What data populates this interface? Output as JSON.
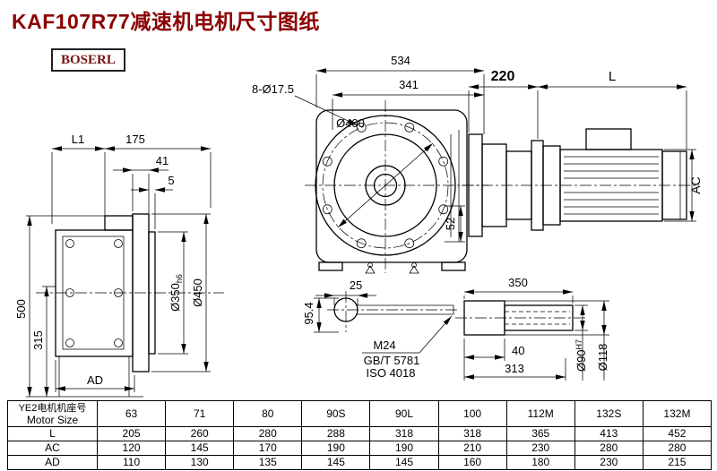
{
  "page": {
    "title": "KAF107R77减速机电机尺寸图纸",
    "brand": "BOSERL"
  },
  "colors": {
    "title": "#8b0000",
    "brand_text": "#7a1010",
    "line": "#000000",
    "background": "#ffffff"
  },
  "left_view": {
    "l1": "L1",
    "d175": "175",
    "d41": "41",
    "d5": "5",
    "d500": "500",
    "d315": "315",
    "ad": "AD",
    "d350": "Ø350",
    "d350_tol": "h6",
    "d450": "Ø450"
  },
  "front_view": {
    "d534": "534",
    "d341": "341",
    "holes": "8-Ø17.5",
    "d400": "Ø400",
    "d52": "52",
    "d25": "25",
    "d95_4": "95.4",
    "thread": "M24",
    "std_gb": "GB/T 5781",
    "std_iso": "ISO 4018"
  },
  "motor_view": {
    "d220": "220",
    "l": "L",
    "ac": "AC",
    "d350": "350",
    "d40": "40",
    "d313": "313",
    "d90": "Ø90",
    "d90_tol": "H7",
    "d118": "Ø118"
  },
  "table": {
    "header_cn": "YE2电机机座号",
    "header_en": "Motor Size",
    "frames": [
      "63",
      "71",
      "80",
      "90S",
      "90L",
      "100",
      "112M",
      "132S",
      "132M"
    ],
    "rows": [
      {
        "label": "L",
        "values": [
          "205",
          "260",
          "280",
          "288",
          "318",
          "318",
          "365",
          "413",
          "452"
        ]
      },
      {
        "label": "AC",
        "values": [
          "120",
          "145",
          "170",
          "190",
          "190",
          "210",
          "230",
          "280",
          "280"
        ]
      },
      {
        "label": "AD",
        "values": [
          "110",
          "130",
          "135",
          "145",
          "145",
          "160",
          "180",
          "230",
          "215"
        ]
      }
    ]
  }
}
